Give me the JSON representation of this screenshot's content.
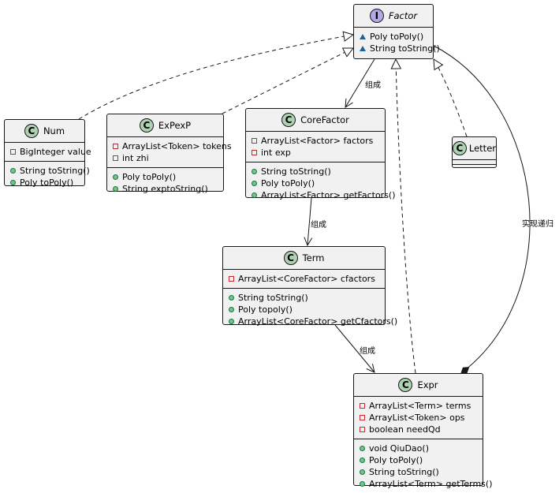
{
  "classes": {
    "factor": {
      "kind": "interface",
      "badge": "I",
      "name": "Factor",
      "fields": [],
      "methods": [
        {
          "vis": "package",
          "text": "Poly toPoly()"
        },
        {
          "vis": "package",
          "text": "String toString()"
        }
      ]
    },
    "num": {
      "kind": "class",
      "badge": "C",
      "name": "Num",
      "fields": [
        {
          "vis": "private",
          "text": "BigInteger value"
        }
      ],
      "methods": [
        {
          "vis": "public",
          "text": "String toString()"
        },
        {
          "vis": "public",
          "text": "Poly toPoly()"
        }
      ]
    },
    "expexp": {
      "kind": "class",
      "badge": "C",
      "name": "ExPexP",
      "fields": [
        {
          "vis": "private",
          "text": "ArrayList<Token> tokens"
        },
        {
          "vis": "private",
          "text": "int zhi"
        }
      ],
      "methods": [
        {
          "vis": "public",
          "text": "Poly toPoly()"
        },
        {
          "vis": "public",
          "text": "String exptoString()"
        }
      ]
    },
    "corefactor": {
      "kind": "class",
      "badge": "C",
      "name": "CoreFactor",
      "fields": [
        {
          "vis": "private",
          "text": "ArrayList<Factor> factors"
        },
        {
          "vis": "private",
          "text": "int exp"
        }
      ],
      "methods": [
        {
          "vis": "public",
          "text": "String toString()"
        },
        {
          "vis": "public",
          "text": "Poly toPoly()"
        },
        {
          "vis": "public",
          "text": "ArrayList<Factor> getFactors()"
        }
      ]
    },
    "letter": {
      "kind": "class",
      "badge": "C",
      "name": "Letter",
      "fields": [],
      "methods": []
    },
    "term": {
      "kind": "class",
      "badge": "C",
      "name": "Term",
      "fields": [
        {
          "vis": "private",
          "text": "ArrayList<CoreFactor> cfactors"
        }
      ],
      "methods": [
        {
          "vis": "public",
          "text": "String toString()"
        },
        {
          "vis": "public",
          "text": "Poly topoly()"
        },
        {
          "vis": "public",
          "text": "ArrayList<CoreFactor> getCfactors()"
        }
      ]
    },
    "expr": {
      "kind": "class",
      "badge": "C",
      "name": "Expr",
      "fields": [
        {
          "vis": "private",
          "text": "ArrayList<Term> terms"
        },
        {
          "vis": "private",
          "text": "ArrayList<Token> ops"
        },
        {
          "vis": "private",
          "text": "boolean needQd"
        }
      ],
      "methods": [
        {
          "vis": "public",
          "text": "void QiuDao()"
        },
        {
          "vis": "public",
          "text": "Poly toPoly()"
        },
        {
          "vis": "public",
          "text": "String toString()"
        },
        {
          "vis": "public",
          "text": "ArrayList<Term> getTerms()"
        }
      ]
    }
  },
  "relations": [
    {
      "id": "num-factor",
      "from": "num",
      "to": "factor",
      "type": "realization",
      "label": ""
    },
    {
      "id": "expexp-factor",
      "from": "expexp",
      "to": "factor",
      "type": "realization",
      "label": ""
    },
    {
      "id": "factor-corefactor",
      "from": "factor",
      "to": "corefactor",
      "type": "association",
      "label": "组成"
    },
    {
      "id": "expr-factor",
      "from": "expr",
      "to": "factor",
      "type": "realization",
      "label": ""
    },
    {
      "id": "letter-factor",
      "from": "letter",
      "to": "factor",
      "type": "realization",
      "label": ""
    },
    {
      "id": "factor-expr",
      "from": "factor",
      "to": "expr",
      "type": "composition",
      "label": "实现递归"
    },
    {
      "id": "corefactor-term",
      "from": "corefactor",
      "to": "term",
      "type": "association",
      "label": "组成"
    },
    {
      "id": "term-expr",
      "from": "term",
      "to": "expr",
      "type": "association",
      "label": "组成"
    }
  ],
  "colors": {
    "class_fill": "#f1f1f1",
    "border": "#181818",
    "class_badge": "#add1b2",
    "interface_badge": "#b4a7e5",
    "private_marker": "#c82930",
    "public_marker": "#84be84",
    "package_marker": "#1963a0"
  }
}
